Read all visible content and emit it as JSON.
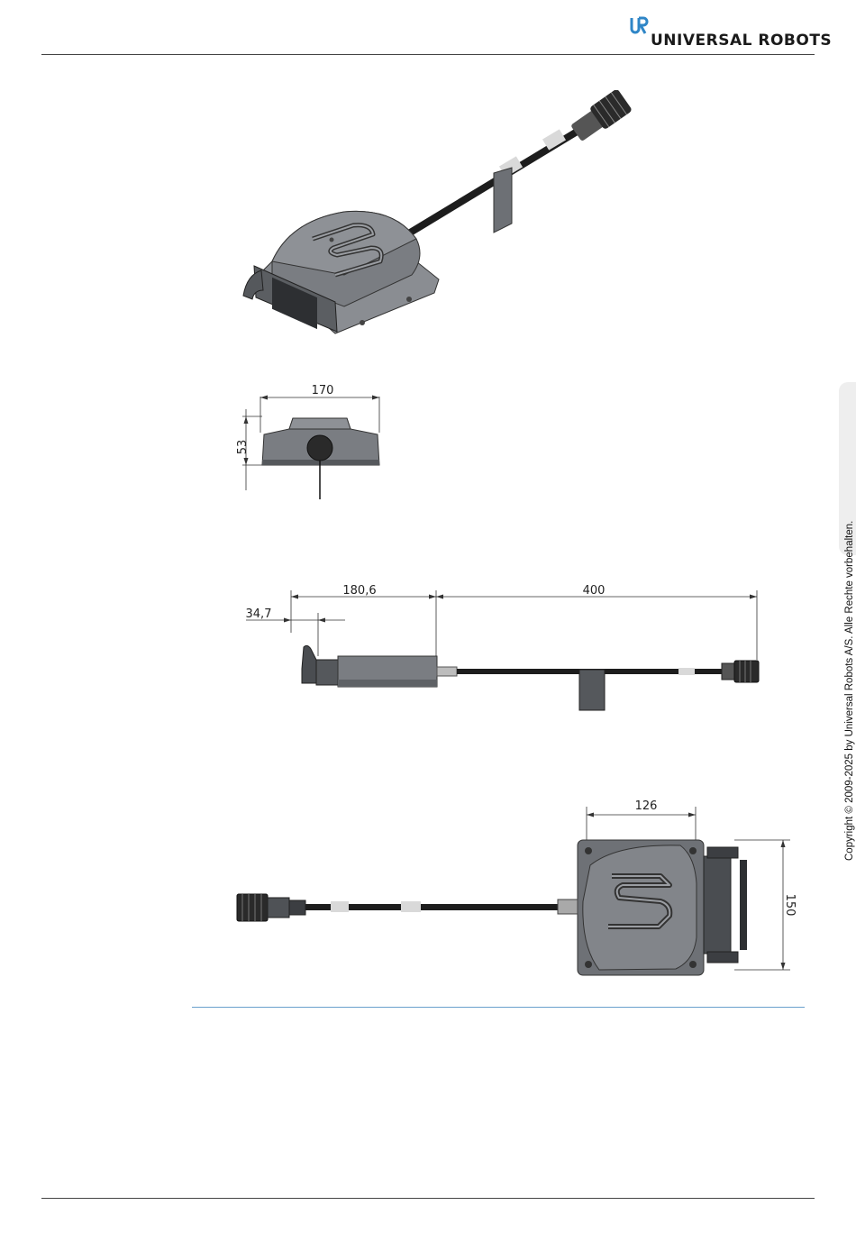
{
  "brand": {
    "logo_text": "UNIVERSAL ROBOTS"
  },
  "side_tab": {
    "copyright": "Copyright © 2009-2025 by Universal Robots A/S. Alle Rechte vorbehalten."
  },
  "drawings": {
    "iso_view": {
      "logo_icon": "s-logo-icon"
    },
    "front_view": {
      "width": "170",
      "height": "53"
    },
    "side_view": {
      "offset": "34,7",
      "body_length": "180,6",
      "cable_length": "400"
    },
    "top_view": {
      "body_width": "126",
      "body_depth": "150"
    }
  },
  "colors": {
    "body_gray": "#7a7d82",
    "cable_black": "#1d1d1d",
    "rule_blue": "#6aa0cc"
  }
}
